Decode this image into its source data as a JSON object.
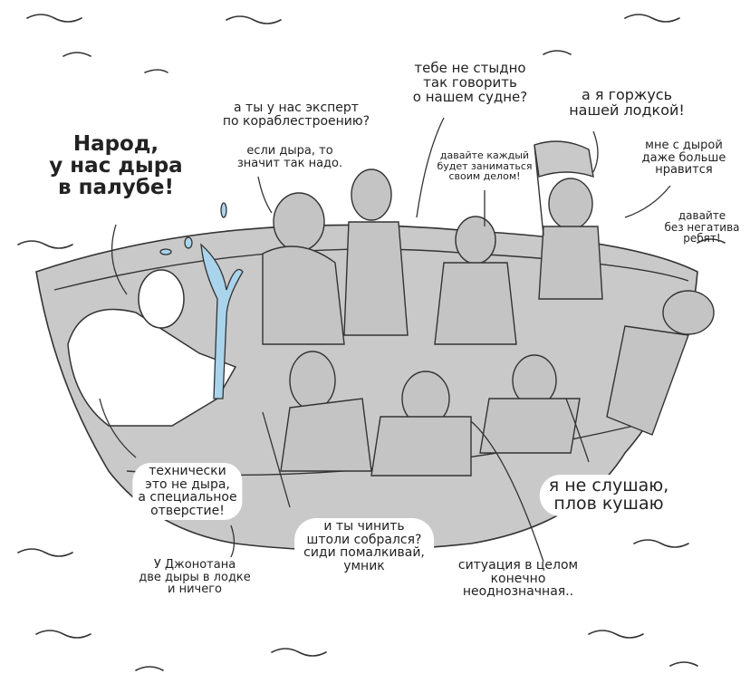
{
  "shouter": {
    "lines": [
      "Народ,",
      "у нас дыра",
      "в палубе!"
    ]
  },
  "bubbles": {
    "expert": {
      "lines": [
        "а ты у нас эксперт",
        "по кораблестроению?"
      ]
    },
    "ashamed": {
      "lines": [
        "тебе не стыдно",
        "так говорить",
        "о нашем судне?"
      ]
    },
    "proud": {
      "lines": [
        "а я горжусь",
        "нашей лодкой!"
      ]
    },
    "meant": {
      "lines": [
        "если дыра, то",
        "значит так надо."
      ]
    },
    "own_business": {
      "lines": [
        "давайте каждый",
        "будет заниматься",
        "своим делом!"
      ]
    },
    "like_hole": {
      "lines": [
        "мне с дырой",
        "даже больше",
        "нравится"
      ]
    },
    "no_negative": {
      "lines": [
        "давайте",
        "без негатива",
        "ребят!"
      ]
    },
    "technically": {
      "lines": [
        "технически",
        "это не дыра,",
        "а специальное",
        "отверстие!"
      ]
    },
    "fix": {
      "lines": [
        "и ты чинить",
        "штоли собрался?",
        "сиди помалкивай,",
        "умник"
      ]
    },
    "plov": {
      "lines": [
        "я не слушаю,",
        "плов кушаю"
      ]
    },
    "jonathan": {
      "lines": [
        "У Джонотана",
        "две дыры в лодке",
        "и ничего"
      ]
    },
    "ambiguous": {
      "lines": [
        "ситуация в целом",
        "конечно",
        "неоднозначная.."
      ]
    }
  },
  "colors": {
    "boat": "#c9c9c9",
    "water_jet": "#a9d4ec",
    "ink": "#222222"
  }
}
